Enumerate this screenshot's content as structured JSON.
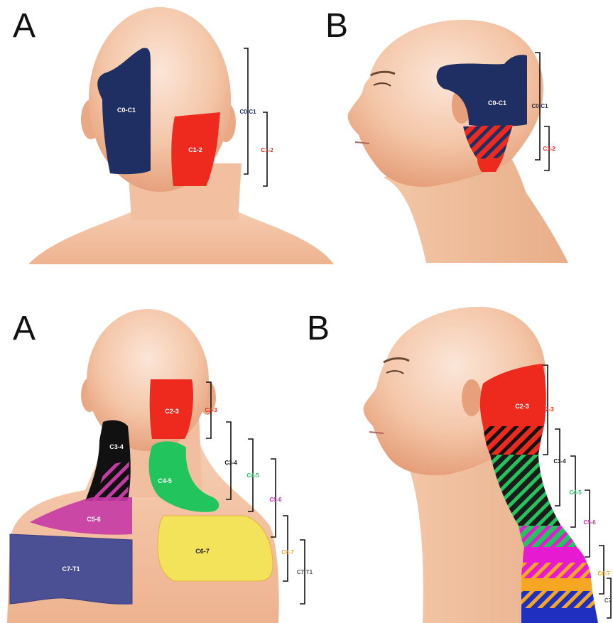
{
  "panels": {
    "top_left": {
      "letter": "A"
    },
    "top_right": {
      "letter": "B"
    },
    "bottom_left": {
      "letter": "A"
    },
    "bottom_right": {
      "letter": "B"
    }
  },
  "zones": {
    "c0_c1": "C0-C1",
    "c1_2": "C1-2",
    "c2_3": "C2-3",
    "c3_4": "C3-4",
    "c4_5": "C4-5",
    "c5_6": "C5-6",
    "c6_7": "C6-7",
    "c7_t1": "C7-T1",
    "c7_t1_cut": "C7"
  },
  "colors": {
    "c0_c1": "#1f2f63",
    "c1_2": "#ee2a1f",
    "c2_3": "#ee2a1f",
    "c3_4": "#111111",
    "c4_5": "#22c45e",
    "c5_6": "#c63aa5",
    "c6_7": "#f2e35a",
    "c7_t1": "#4b4f93",
    "orange": "#f5a623",
    "skin": "#f2c3a4",
    "skin_dark": "#e6a983"
  }
}
